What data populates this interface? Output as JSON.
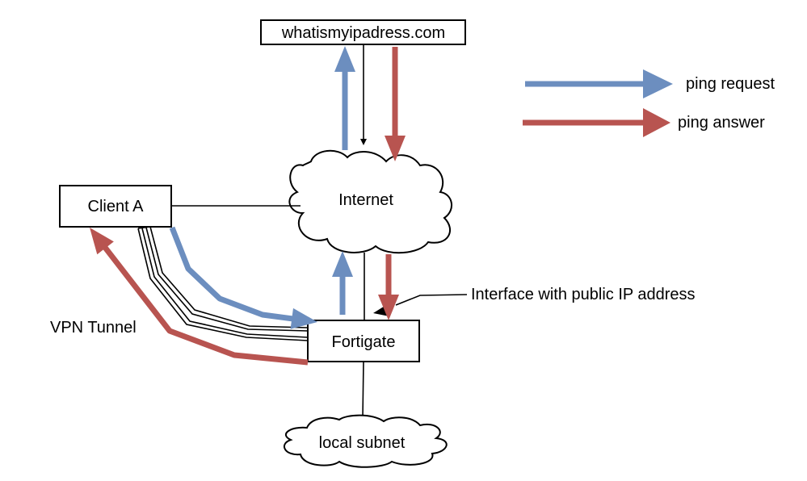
{
  "nodes": {
    "website": "whatismyipadress.com",
    "internet": "Internet",
    "client": "Client A",
    "fortigate": "Fortigate",
    "subnet": "local subnet"
  },
  "labels": {
    "vpn_tunnel": "VPN Tunnel",
    "interface_note": "Interface with public IP address"
  },
  "legend": [
    {
      "label": "ping request",
      "color": "#6c8ebf"
    },
    {
      "label": "ping answer",
      "color": "#b85450"
    }
  ],
  "colors": {
    "request": "#6c8ebf",
    "answer": "#b85450",
    "line": "#000000"
  }
}
